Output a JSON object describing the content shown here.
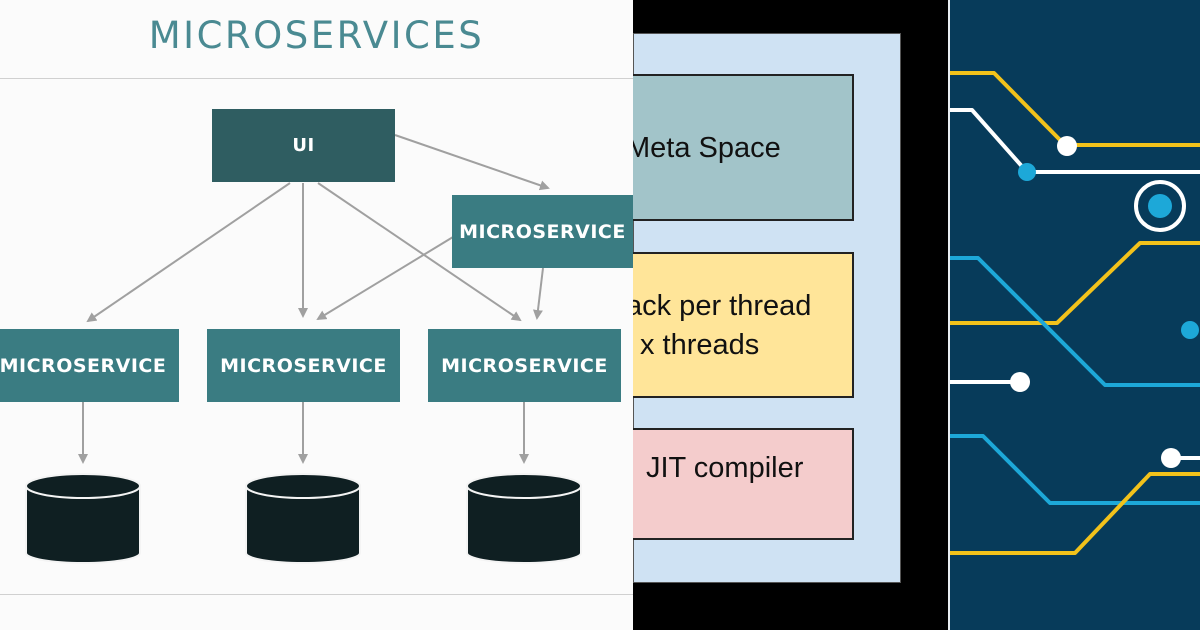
{
  "microservices": {
    "title": "MICROSERVICES",
    "ui_label": "UI",
    "top_service_label": "MICROSERVICE",
    "services": [
      {
        "label": "MICROSERVICE"
      },
      {
        "label": "MICROSERVICE"
      },
      {
        "label": "MICROSERVICE"
      }
    ],
    "colors": {
      "ui": "#2f5d61",
      "service": "#3a7c82",
      "database": "#0f1f22",
      "arrow": "#a0a0a0",
      "title": "#4a8a92"
    }
  },
  "jvm": {
    "blocks": [
      {
        "line1": "Meta Space",
        "color": "#a2c4c9"
      },
      {
        "line1": "ack per thread",
        "line2": "x threads",
        "color": "#ffe599"
      },
      {
        "line1": "JIT compiler",
        "color": "#f4cccc"
      }
    ],
    "background": "#cfe2f3"
  },
  "circuit": {
    "colors": {
      "background": "#073b5a",
      "yellow": "#f2c21b",
      "cyan": "#1da8d8",
      "white": "#ffffff"
    }
  }
}
